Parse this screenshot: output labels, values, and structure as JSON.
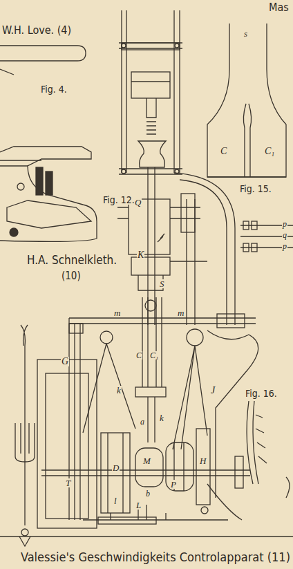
{
  "diagram": {
    "caption": "Valessie's Geschwindigkeits Controlapparat (11)",
    "labels": [
      "Mas",
      "W.H. Love. (4)",
      "Fig. 4.",
      "H.A. Schnelkleth.",
      "(10)",
      "s",
      "C",
      "C₁",
      "Fig. 15.",
      "Fig. 12.",
      "Q",
      "K",
      "S",
      "p",
      "q",
      "p",
      "m",
      "m",
      "G",
      "C",
      "C₁",
      "k",
      "J",
      "Fig. 16.",
      "a",
      "k",
      "T",
      "D",
      "M",
      "b",
      "P",
      "H",
      "l",
      "L"
    ]
  }
}
